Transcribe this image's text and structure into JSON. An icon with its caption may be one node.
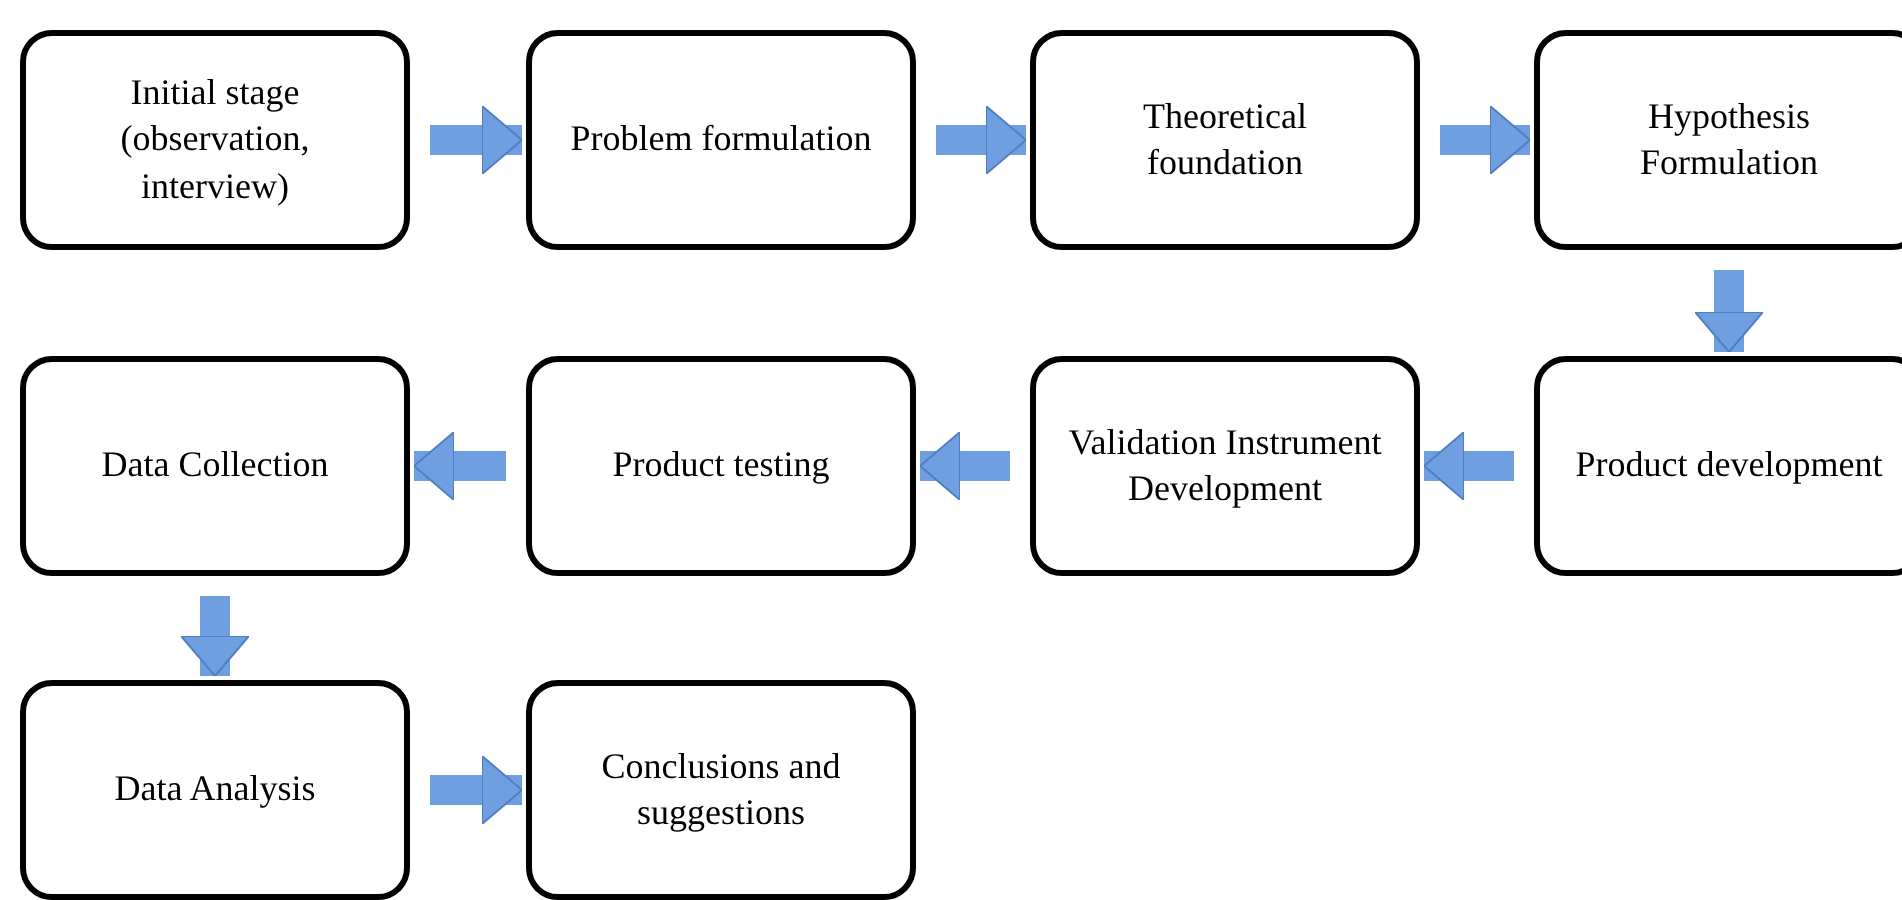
{
  "diagram": {
    "nodes": [
      {
        "text": [
          "Initial stage (observation, interview)"
        ]
      },
      {
        "text": [
          "Problem formulation"
        ]
      },
      {
        "text": [
          "Theoretical foundation"
        ]
      },
      {
        "text": [
          "Hypothesis Formulation"
        ]
      },
      {
        "text": [
          "Data Collection"
        ]
      },
      {
        "text": [
          "Product testing"
        ]
      },
      {
        "text": [
          "Validation Instrument Development"
        ]
      },
      {
        "text": [
          "Product development"
        ]
      },
      {
        "text": [
          "Data Analysis"
        ]
      },
      {
        "text": [
          "Conclusions and suggestions"
        ]
      }
    ],
    "edges": [
      {
        "from": 0,
        "to": 1,
        "arrow": "to"
      },
      {
        "from": 1,
        "to": 2,
        "arrow": "to"
      },
      {
        "from": 2,
        "to": 3,
        "arrow": "to"
      },
      {
        "from": 3,
        "to": 7,
        "arrow": "to"
      },
      {
        "from": 7,
        "to": 6,
        "arrow": "to"
      },
      {
        "from": 6,
        "to": 5,
        "arrow": "to"
      },
      {
        "from": 5,
        "to": 4,
        "arrow": "to"
      },
      {
        "from": 4,
        "to": 8,
        "arrow": "to"
      },
      {
        "from": 8,
        "to": 9,
        "arrow": "to"
      }
    ]
  }
}
